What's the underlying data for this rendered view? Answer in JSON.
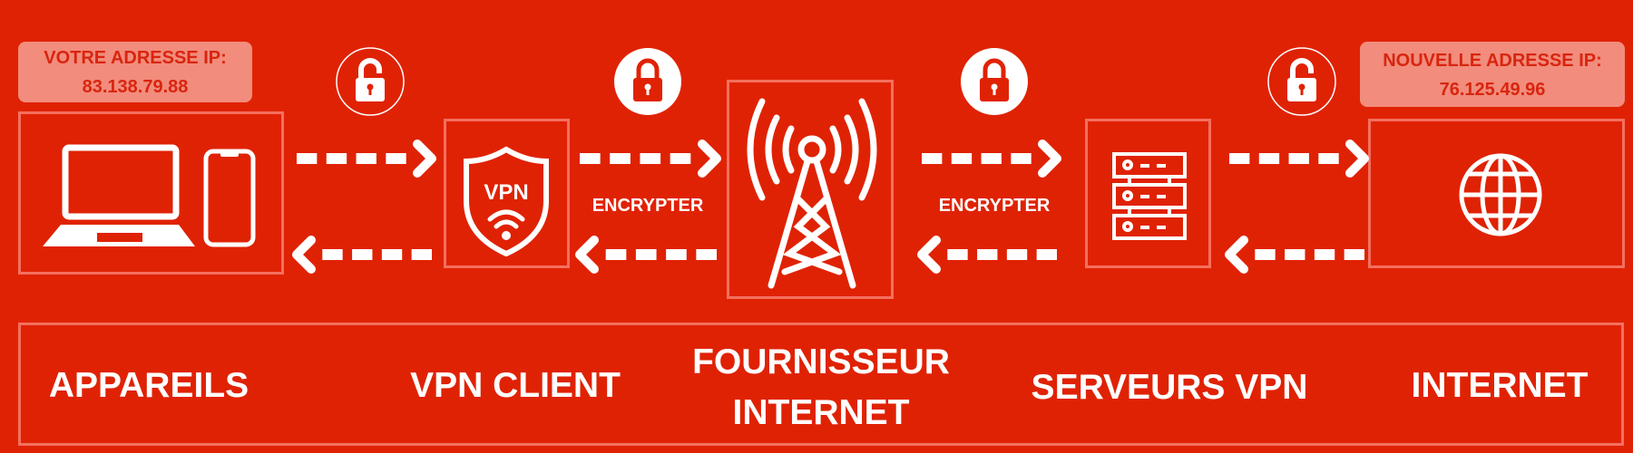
{
  "your_ip": {
    "label": "VOTRE ADRESSE IP:",
    "value": "83.138.79.88"
  },
  "new_ip": {
    "label": "NOUVELLE ADRESSE IP:",
    "value": "76.125.49.96"
  },
  "encrypt_labels": [
    "ENCRYPTER",
    "ENCRYPTER"
  ],
  "stages": [
    {
      "label": "APPAREILS",
      "icon": "laptop-phone-icon"
    },
    {
      "label": "VPN CLIENT",
      "icon": "vpn-shield-icon"
    },
    {
      "label_line1": "FOURNISSEUR",
      "label_line2": "INTERNET",
      "icon": "radio-tower-icon"
    },
    {
      "label": "SERVEURS VPN",
      "icon": "server-icon"
    },
    {
      "label": "INTERNET",
      "icon": "globe-icon"
    }
  ],
  "locks": [
    "unlocked",
    "locked",
    "locked",
    "unlocked"
  ],
  "vpn_icon_text": "VPN",
  "colors": {
    "background": "#e02204",
    "box_border": "#f4705f",
    "ip_box": "#f28c7c",
    "ip_text": "#d8250f",
    "icon": "#ffffff"
  }
}
